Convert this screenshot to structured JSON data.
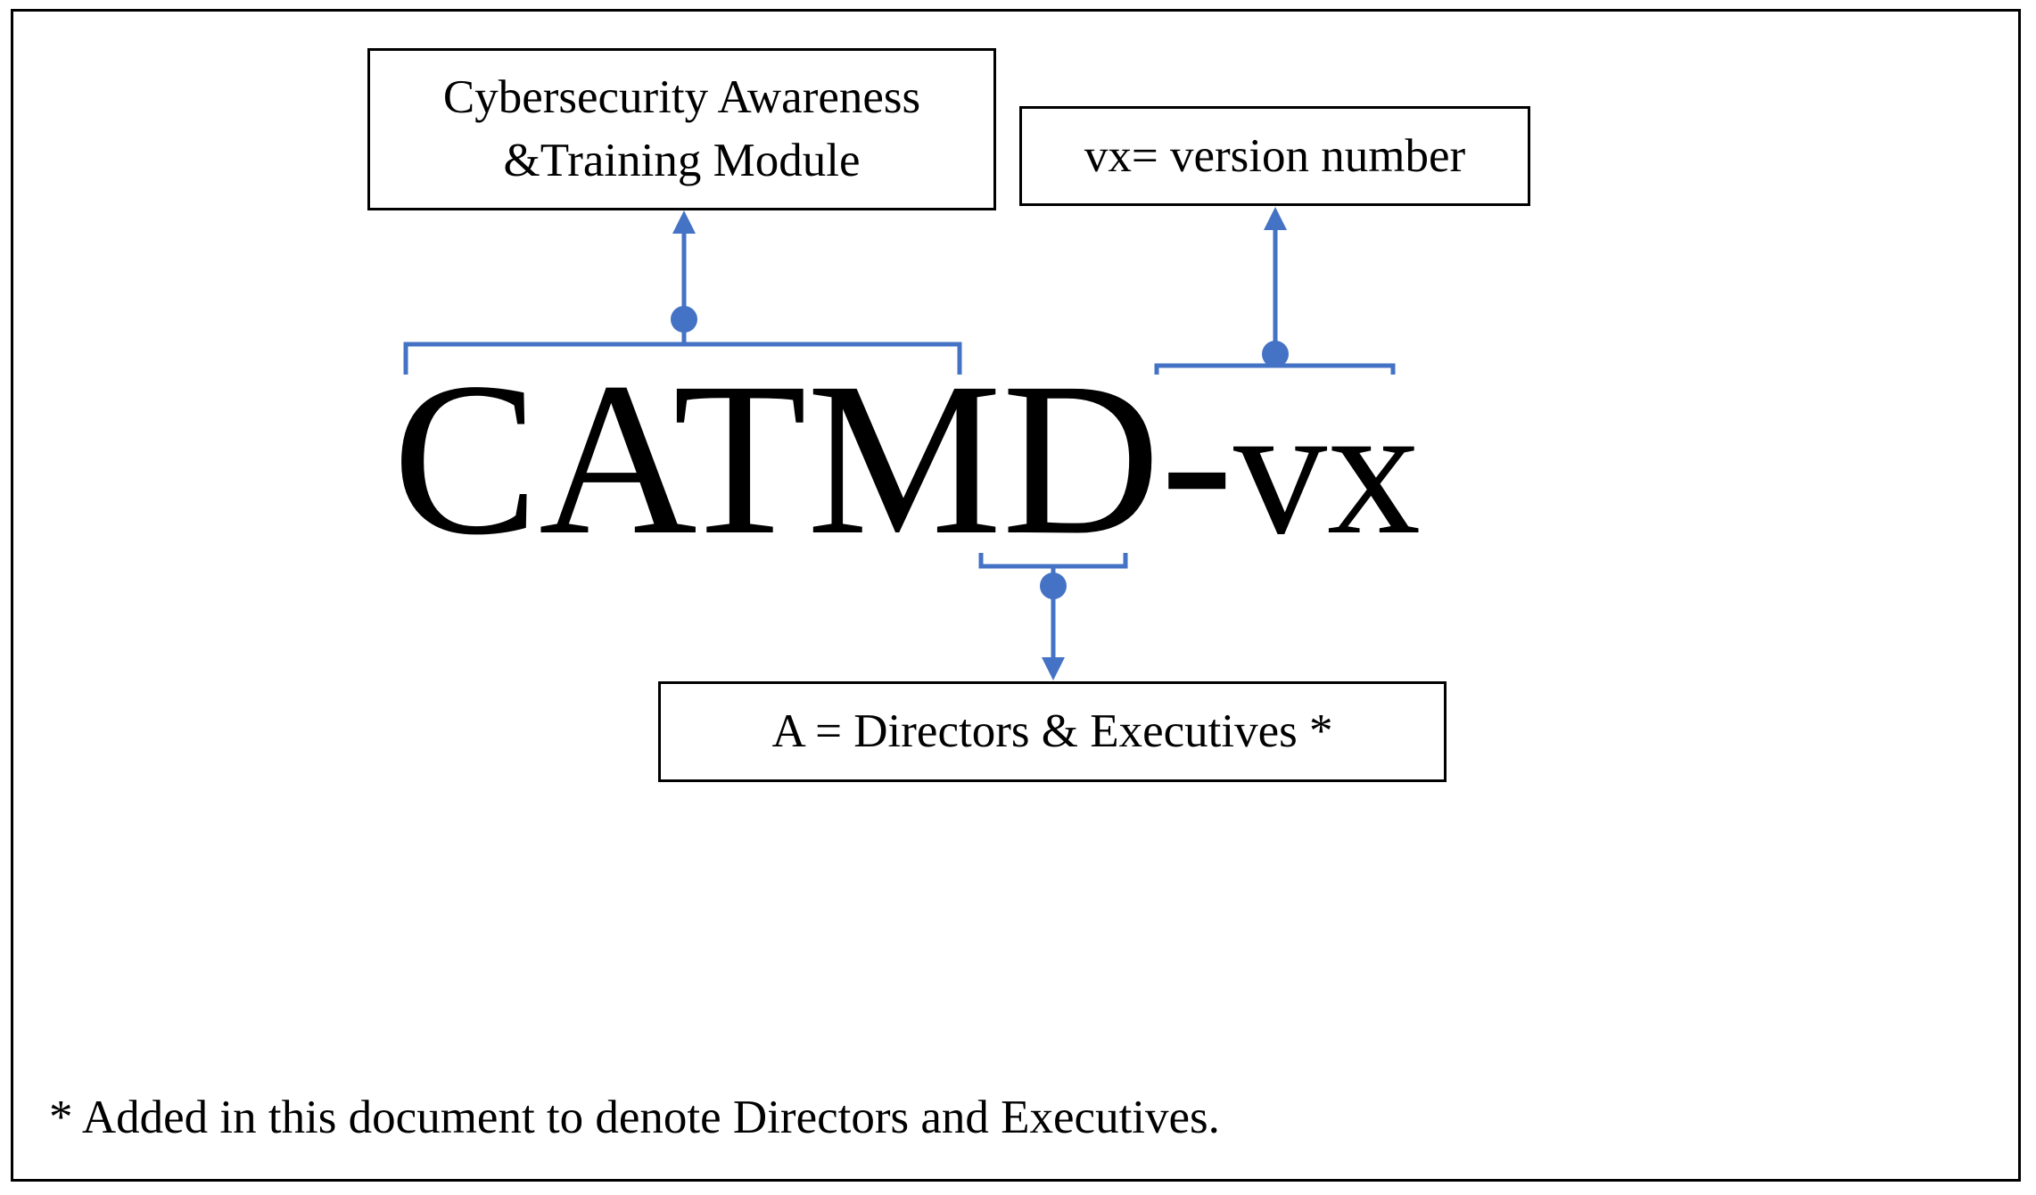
{
  "diagram": {
    "code": {
      "prefix": "CATMD-",
      "suffix": "vx"
    },
    "module_box": {
      "line1": "Cybersecurity Awareness",
      "line2": "&Training Module"
    },
    "version_box": {
      "label": "vx= version number"
    },
    "audience_box": {
      "label": "A = Directors & Executives *"
    },
    "footnote": "* Added in this document to denote Directors and Executives."
  },
  "colors": {
    "connector": "#4472C4",
    "text": "#000000",
    "border": "#000000"
  }
}
